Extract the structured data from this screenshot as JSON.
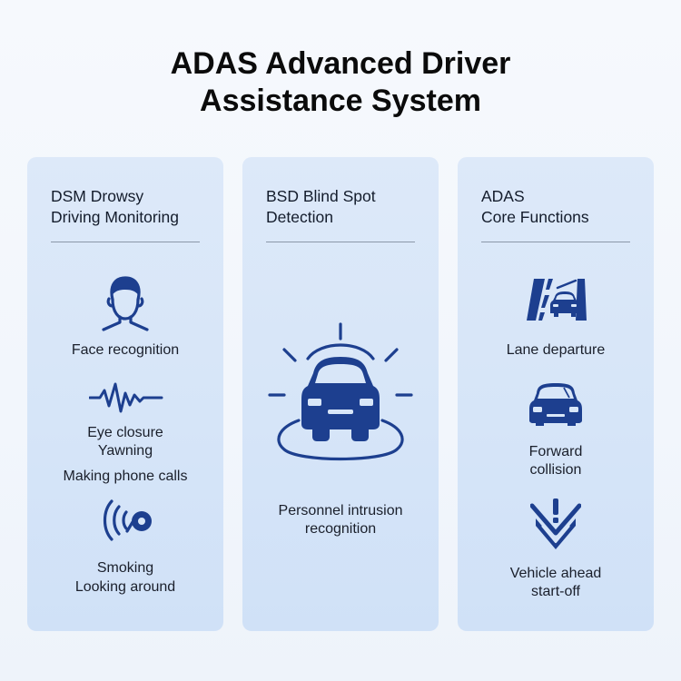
{
  "title": {
    "line1": "ADAS Advanced Driver",
    "line2": "Assistance System"
  },
  "colors": {
    "accent": "#1d3f8f",
    "card_bg": "#d8e6f8",
    "page_bg": "#f3f7fc"
  },
  "panels": [
    {
      "title_line1": "DSM Drowsy",
      "title_line2": "Driving Monitoring",
      "items": [
        {
          "icon": "face-icon",
          "lines": [
            "Face recognition"
          ]
        },
        {
          "icon": "waveform-icon",
          "lines": [
            "Eye closure",
            "Yawning",
            "Making phone calls"
          ]
        },
        {
          "icon": "sound-waves-icon",
          "lines": [
            "Smoking",
            "Looking around"
          ]
        }
      ]
    },
    {
      "title_line1": "BSD Blind Spot",
      "title_line2": "Detection",
      "items": [
        {
          "icon": "car-radar-icon",
          "lines": [
            "Personnel intrusion",
            "recognition"
          ]
        }
      ]
    },
    {
      "title_line1": "ADAS",
      "title_line2": "Core Functions",
      "items": [
        {
          "icon": "lane-departure-icon",
          "lines": [
            "Lane departure"
          ]
        },
        {
          "icon": "car-front-icon",
          "lines": [
            "Forward",
            "collision"
          ]
        },
        {
          "icon": "warning-arrow-icon",
          "lines": [
            "Vehicle ahead",
            "start-off"
          ]
        }
      ]
    }
  ]
}
